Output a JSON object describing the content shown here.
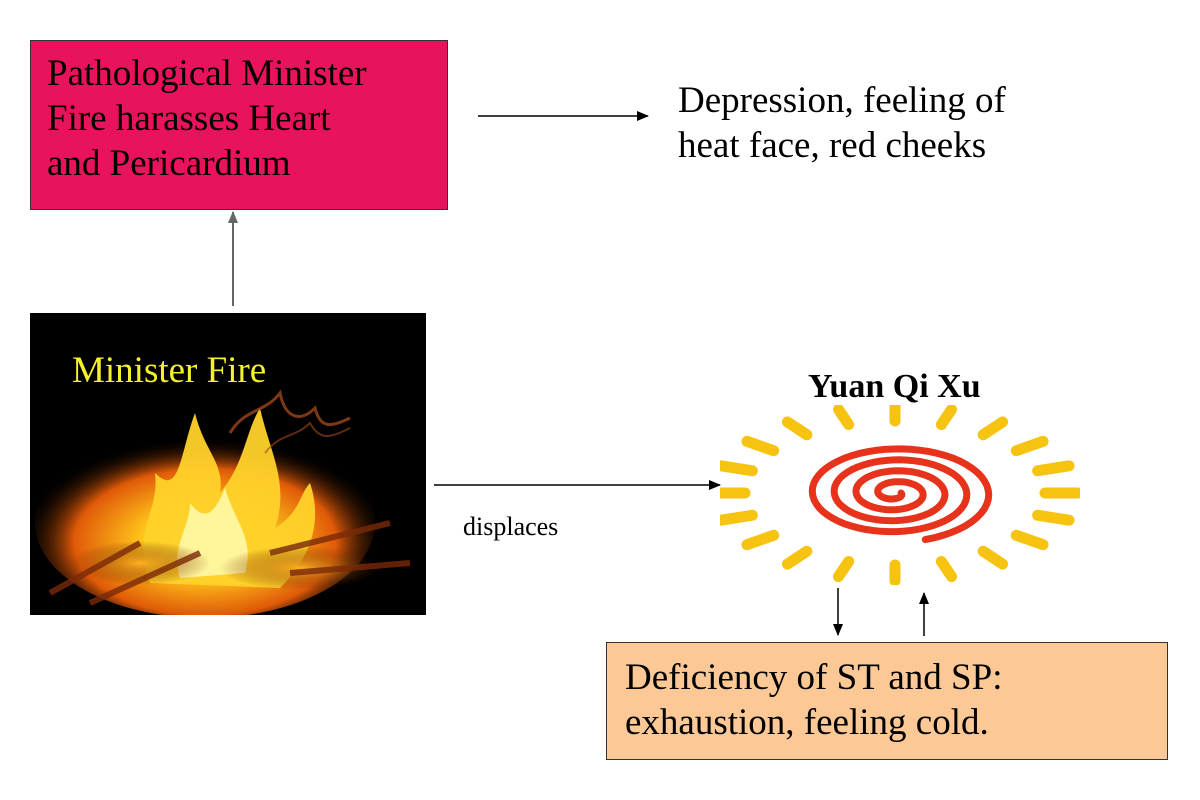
{
  "pathological": {
    "line1": "Pathological Minister",
    "line2": "Fire harasses Heart",
    "line3": "and Pericardium",
    "bg": "#e8135c"
  },
  "effect": {
    "line1": "Depression, feeling of",
    "line2": "heat face, red cheeks"
  },
  "fire": {
    "label": "Minister Fire",
    "label_color": "#f5f22a"
  },
  "edge_label": "displaces",
  "yuan": {
    "title": "Yuan Qi Xu",
    "ray_color": "#f6c310",
    "spiral_color": "#e8331c"
  },
  "deficiency": {
    "line1": "Deficiency of ST and SP:",
    "line2": "exhaustion, feeling cold.",
    "bg": "#fbc896"
  }
}
